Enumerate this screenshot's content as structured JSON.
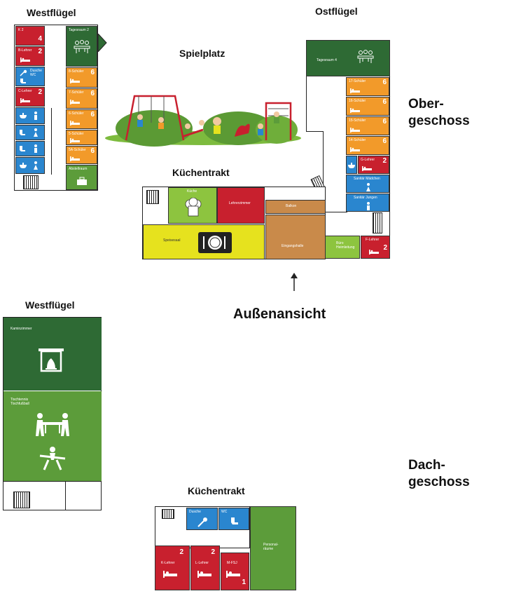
{
  "headings": {
    "westfluegel_top": "Westflügel",
    "ostfluegel": "Ostflügel",
    "spielplatz": "Spielplatz",
    "kuechentrakt_top": "Küchentrakt",
    "obergeschoss_line1": "Ober-",
    "obergeschoss_line2": "geschoss",
    "aussenansicht": "Außenansicht",
    "westfluegel_bottom": "Westflügel",
    "dachgeschoss_line1": "Dach-",
    "dachgeschoss_line2": "geschoss",
    "kuechentrakt_bottom": "Küchentrakt"
  },
  "west_wing_og": {
    "k2": {
      "label": "K 2",
      "beds": "4"
    },
    "b_lehrer": {
      "label": "B-Lehrer",
      "beds": "2"
    },
    "dusche_wc": {
      "label": "Dusche\nWC"
    },
    "c_lehrer": {
      "label": "C-Lehrer",
      "beds": "2"
    },
    "tagesraum2": {
      "label": "Tagesraum 2"
    },
    "rooms": [
      {
        "label": "8-Schüler",
        "beds": "6"
      },
      {
        "label": "7-Schüler",
        "beds": "6"
      },
      {
        "label": "6-Schüler",
        "beds": "6"
      },
      {
        "label": "5-Schüler",
        "beds": ""
      },
      {
        "label": "5A-Schüler",
        "beds": "6"
      }
    ],
    "abstellraum": {
      "label": "Abstellraum"
    }
  },
  "east_wing_og": {
    "tagesraum4": {
      "label": "Tagesraum 4"
    },
    "rooms": [
      {
        "label": "17-Schüler",
        "beds": "6"
      },
      {
        "label": "16-Schüler",
        "beds": "6"
      },
      {
        "label": "15-Schüler",
        "beds": "6"
      },
      {
        "label": "14-Schüler",
        "beds": "6"
      }
    ],
    "g_lehrer": {
      "label": "G-Lehrer",
      "beds": "2"
    },
    "sanitaer_maedchen": {
      "label": "Sanitär Mädchen"
    },
    "sanitaer_jungen": {
      "label": "Sanitär Jungen"
    },
    "f_lehrer": {
      "label": "F-Lehrer",
      "beds": "2"
    },
    "buero": {
      "label": "Büro\nHeimleitung"
    }
  },
  "kitchen_og": {
    "kueche": {
      "label": "Küche"
    },
    "lehrerzimmer": {
      "label": "Lehrerzimmer"
    },
    "speisesaal": {
      "label": "Speisesaal"
    },
    "balkon": {
      "label": "Balkon"
    },
    "eingangshalle": {
      "label": "Eingangshalle"
    }
  },
  "west_wing_dg": {
    "kaminzimmer": {
      "label": "Kaminzimmer"
    },
    "tischtennis": {
      "label": "Tischtennis\nTischfußball"
    }
  },
  "kitchen_dg": {
    "dusche": {
      "label": "Dusche"
    },
    "wc": {
      "label": "WC"
    },
    "personalraeume": {
      "label": "Personal-\nräume"
    },
    "k_lehrer": {
      "label": "K-Lehrer",
      "beds": "2"
    },
    "l_lehrer": {
      "label": "L-Lehrer",
      "beds": "2"
    },
    "m_fsj": {
      "label": "M-FSJ",
      "beds": "1"
    }
  },
  "colors": {
    "teacher_room": "#c8202e",
    "student_room": "#f29a2a",
    "sanitary": "#2a86cf",
    "common_room": "#2e6a34",
    "activity_room": "#5c9c3a",
    "kitchen": "#8dc43f",
    "dining": "#e6e21e",
    "entrance": "#c98a4a"
  },
  "icons": {
    "bed": "bed-icon",
    "shower": "shower-icon",
    "toilet": "toilet-icon",
    "sink": "sink-icon",
    "people": "meeting-people-icon",
    "suitcase": "suitcase-icon",
    "chef_hat": "chef-hat-icon",
    "plate": "plate-cutlery-icon",
    "fireplace": "fireplace-icon",
    "foosball": "foosball-icon",
    "ping_pong": "table-tennis-icon",
    "arrow": "arrow-up-icon"
  }
}
